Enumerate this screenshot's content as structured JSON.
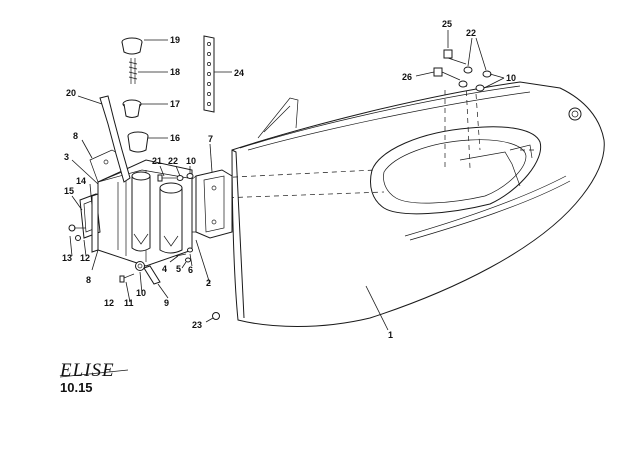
{
  "diagram": {
    "brand": "ELISE",
    "section": "10.15",
    "callouts": {
      "c1": "1",
      "c2": "2",
      "c3": "3",
      "c4": "4",
      "c5": "5",
      "c6": "6",
      "c7": "7",
      "c8a": "8",
      "c8b": "8",
      "c9": "9",
      "c10a": "10",
      "c10b": "10",
      "c10c": "10",
      "c11": "11",
      "c12a": "12",
      "c12b": "12",
      "c13": "13",
      "c14": "14",
      "c15": "15",
      "c16": "16",
      "c17": "17",
      "c18": "18",
      "c19": "19",
      "c20": "20",
      "c21": "21",
      "c22a": "22",
      "c22b": "22",
      "c23": "23",
      "c24": "24",
      "c25": "25",
      "c26": "26"
    }
  }
}
